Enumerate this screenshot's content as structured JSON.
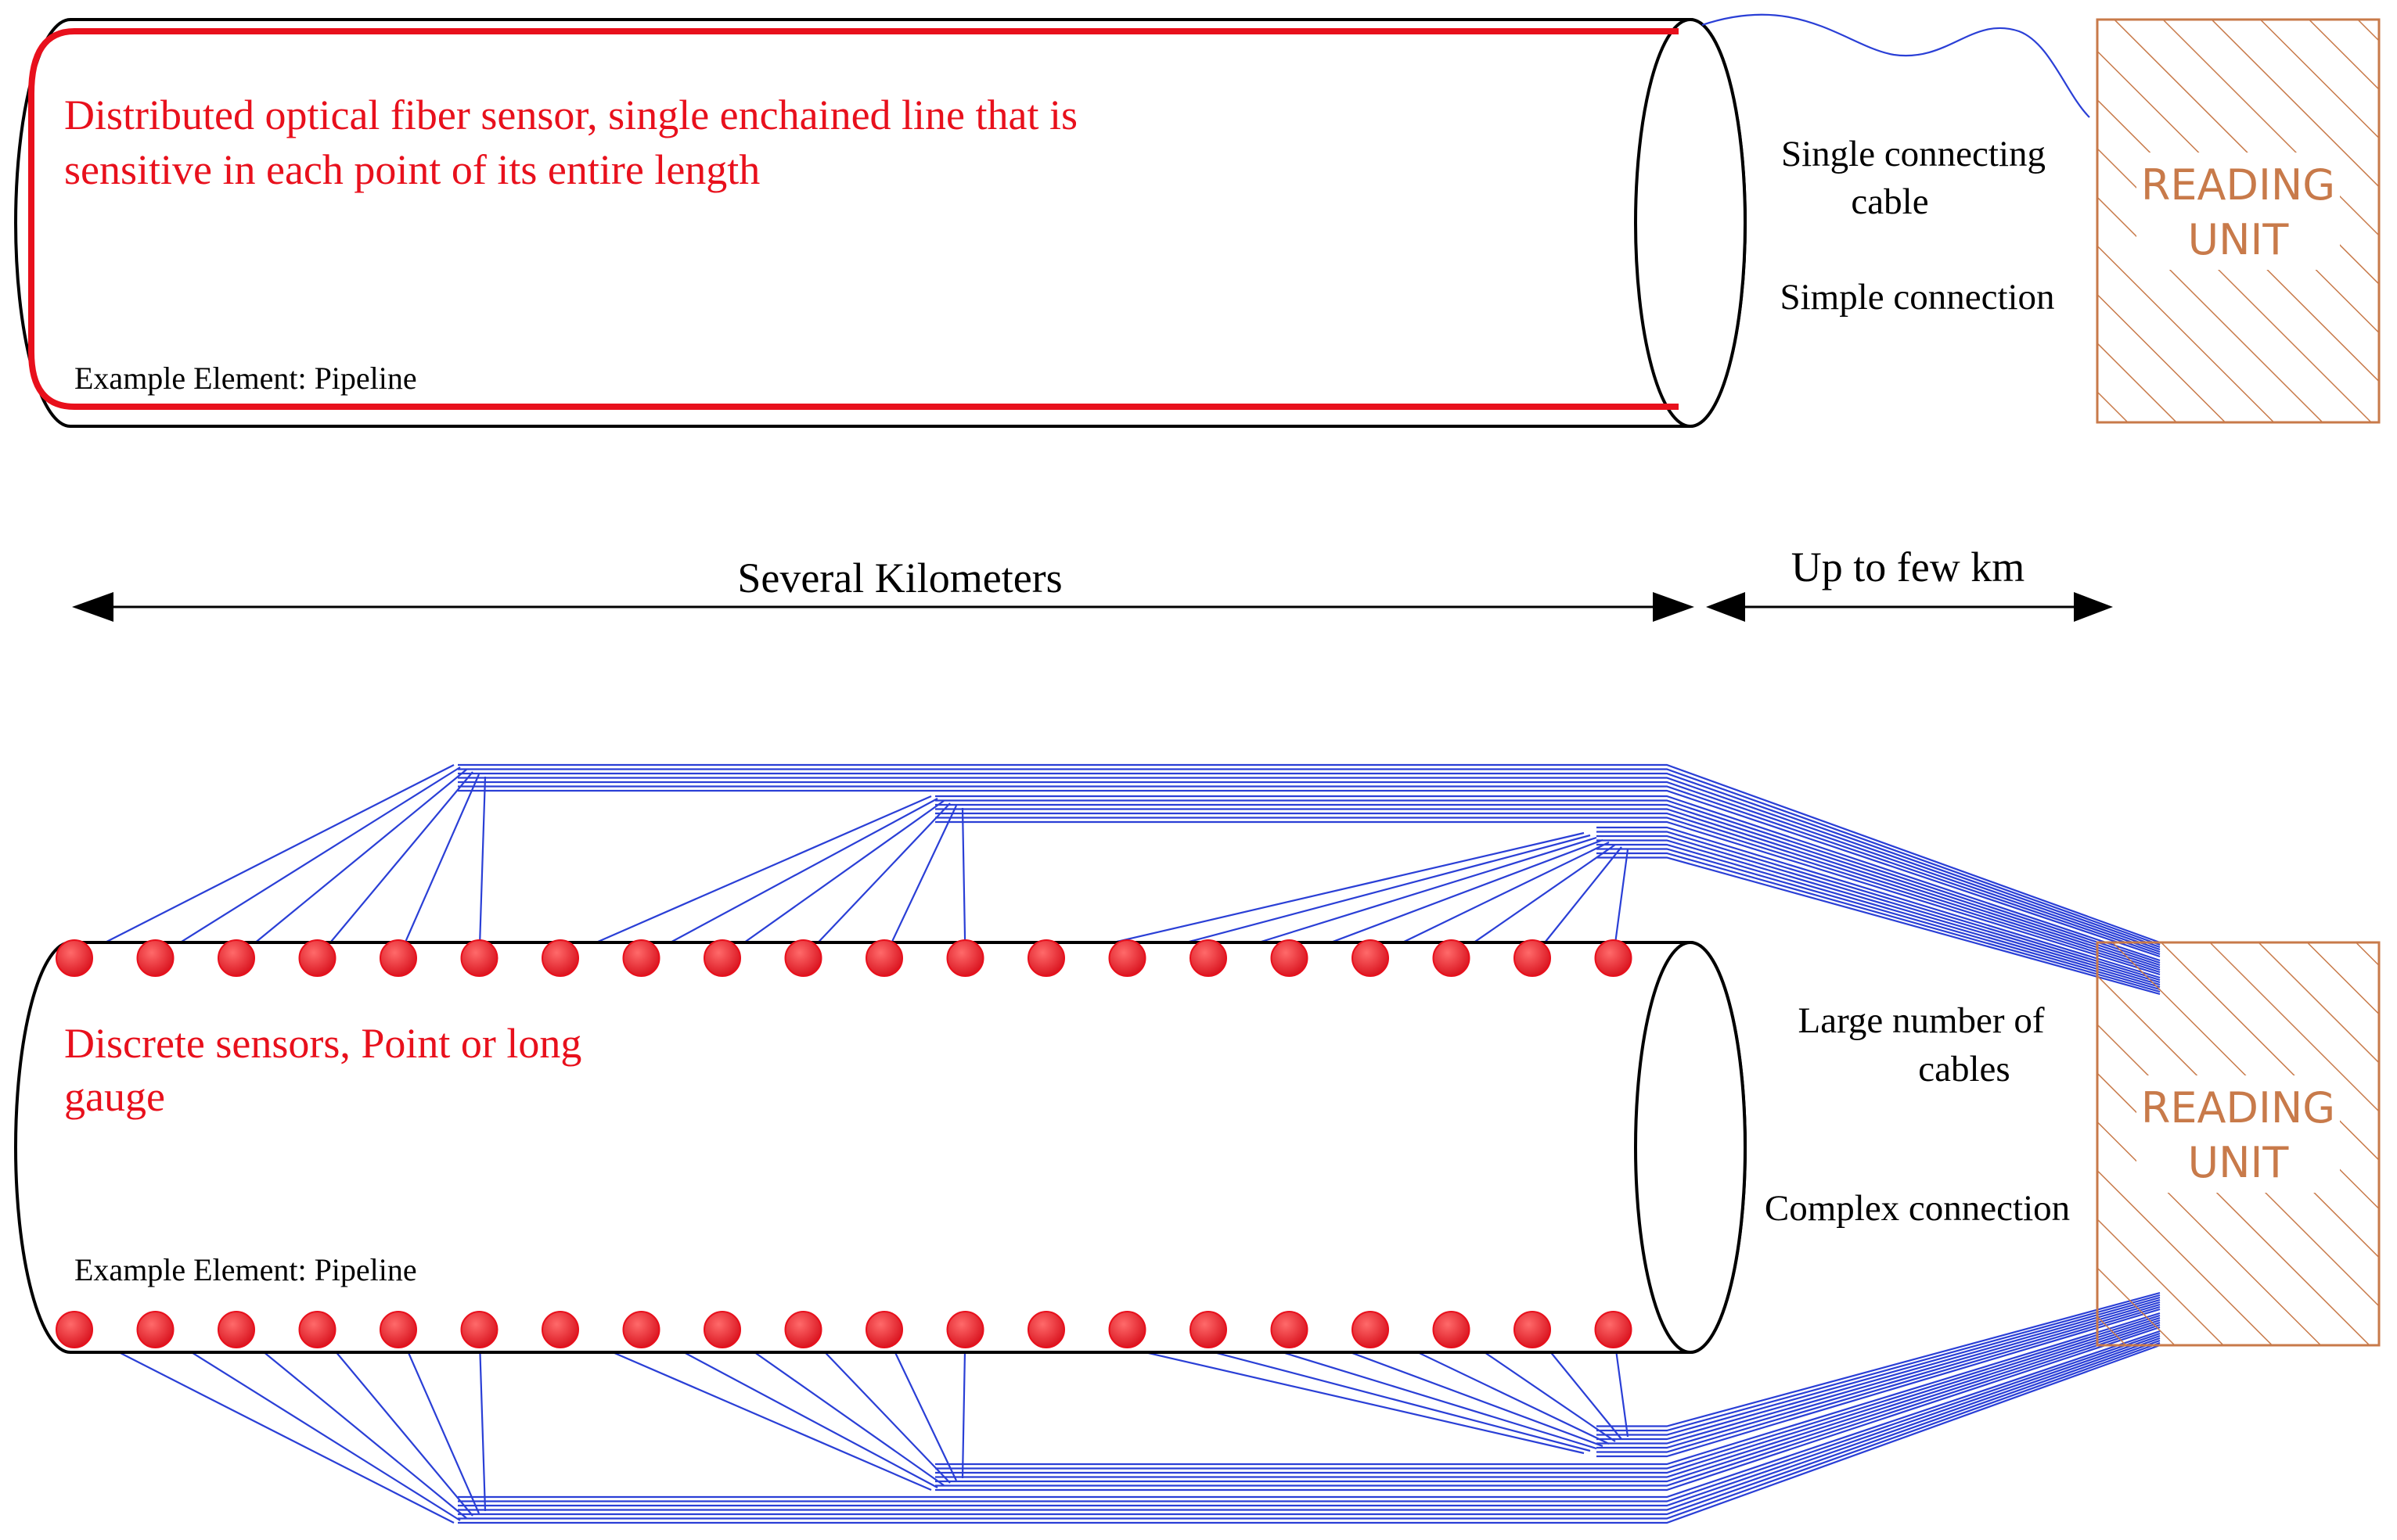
{
  "colors": {
    "fiber": "#e8101c",
    "wire": "#2a3fd6",
    "reading_unit": "#c87a4a",
    "sensor": "#e8101c",
    "outline": "#000000"
  },
  "top": {
    "title_line1": "Distributed optical fiber sensor, single enchained line that is",
    "title_line2": "sensitive in each point of its entire length",
    "element_label": "Example Element: Pipeline",
    "cable_line1": "Single connecting",
    "cable_line2": "cable",
    "connection": "Simple connection",
    "reading_line1": "READING",
    "reading_line2": "UNIT"
  },
  "middle": {
    "span_label": "Several Kilometers",
    "link_label": "Up to few km"
  },
  "bottom": {
    "title_line1": "Discrete sensors, Point or long",
    "title_line2": "gauge",
    "element_label": "Example Element: Pipeline",
    "cable_line1": "Large number of",
    "cable_line2": "cables",
    "connection": "Complex connection",
    "reading_line1": "READING",
    "reading_line2": "UNIT",
    "sensors_per_row": 20
  }
}
